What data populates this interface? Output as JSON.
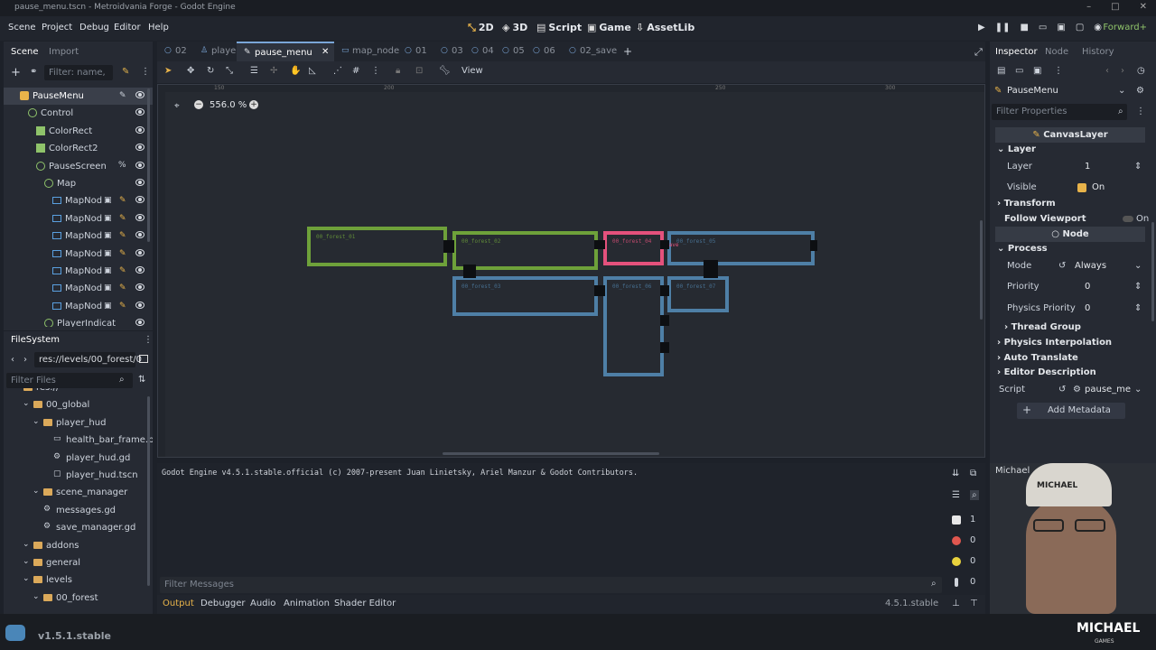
{
  "window": {
    "title": "pause_menu.tscn - Metroidvania Forge - Godot Engine"
  },
  "menu": [
    "Scene",
    "Project",
    "Debug",
    "Editor",
    "Help"
  ],
  "workspaces": [
    "2D",
    "3D",
    "Script",
    "Game",
    "AssetLib"
  ],
  "renderer": "Forward+",
  "scene_dock": {
    "tabs": [
      "Scene",
      "Import"
    ],
    "filter_placeholder": "Filter: name,",
    "nodes": [
      {
        "label": "PauseMenu",
        "indent": 0,
        "icon": "canvas-layer-icon"
      },
      {
        "label": "Control",
        "indent": 1,
        "icon": "control-icon"
      },
      {
        "label": "ColorRect",
        "indent": 2,
        "icon": "color-rect-icon"
      },
      {
        "label": "ColorRect2",
        "indent": 2,
        "icon": "color-rect-icon"
      },
      {
        "label": "PauseScreen",
        "indent": 2,
        "icon": "control-icon"
      },
      {
        "label": "Map",
        "indent": 3,
        "icon": "control-icon"
      },
      {
        "label": "MapNod",
        "indent": 4,
        "icon": "map-node-icon"
      },
      {
        "label": "MapNod",
        "indent": 4,
        "icon": "map-node-icon"
      },
      {
        "label": "MapNod",
        "indent": 4,
        "icon": "map-node-icon"
      },
      {
        "label": "MapNod",
        "indent": 4,
        "icon": "map-node-icon"
      },
      {
        "label": "MapNod",
        "indent": 4,
        "icon": "map-node-icon"
      },
      {
        "label": "MapNod",
        "indent": 4,
        "icon": "map-node-icon"
      },
      {
        "label": "MapNod",
        "indent": 4,
        "icon": "map-node-icon"
      },
      {
        "label": "PlayerIndicat",
        "indent": 3,
        "icon": "control-icon"
      }
    ]
  },
  "filesystem": {
    "title": "FileSystem",
    "path": "res://levels/00_forest/0",
    "filter_placeholder": "Filter Files",
    "items": [
      {
        "label": "res://",
        "indent": 0,
        "type": "folder"
      },
      {
        "label": "00_global",
        "indent": 1,
        "type": "folder"
      },
      {
        "label": "player_hud",
        "indent": 2,
        "type": "folder"
      },
      {
        "label": "health_bar_frame.png",
        "indent": 3,
        "type": "image"
      },
      {
        "label": "player_hud.gd",
        "indent": 3,
        "type": "script"
      },
      {
        "label": "player_hud.tscn",
        "indent": 3,
        "type": "scene"
      },
      {
        "label": "scene_manager",
        "indent": 2,
        "type": "folder"
      },
      {
        "label": "messages.gd",
        "indent": 2,
        "type": "script"
      },
      {
        "label": "save_manager.gd",
        "indent": 2,
        "type": "script"
      },
      {
        "label": "addons",
        "indent": 1,
        "type": "folder"
      },
      {
        "label": "general",
        "indent": 1,
        "type": "folder"
      },
      {
        "label": "levels",
        "indent": 1,
        "type": "folder"
      },
      {
        "label": "00_forest",
        "indent": 2,
        "type": "folder"
      }
    ]
  },
  "scene_tabs": [
    "02",
    "player",
    "pause_menu",
    "map_node",
    "01",
    "03",
    "04",
    "05",
    "06",
    "02_save"
  ],
  "toolbar": {
    "view_label": "View",
    "zoom": "556.0 %"
  },
  "rulers": [
    "150",
    "200",
    "250",
    "300"
  ],
  "rooms": [
    {
      "label": "00_forest_01",
      "color": "green"
    },
    {
      "label": "00_forest_02",
      "color": "green"
    },
    {
      "label": "00_forest_04",
      "color": "pink"
    },
    {
      "label": "00_forest_05",
      "color": "blue"
    },
    {
      "label": "00_forest_03",
      "color": "blue"
    },
    {
      "label": "00_forest_06",
      "color": "blue"
    },
    {
      "label": "00_forest_07",
      "color": "blue"
    }
  ],
  "save_label": "save",
  "output": {
    "log": "Godot Engine v4.5.1.stable.official (c) 2007-present Juan Linietsky, Ariel Manzur & Godot Contributors.",
    "filter_placeholder": "Filter Messages",
    "counts": [
      "1",
      "0",
      "0",
      "0"
    ],
    "tabs": [
      "Output",
      "Debugger",
      "Audio",
      "Animation",
      "Shader Editor"
    ],
    "version": "4.5.1.stable"
  },
  "inspector": {
    "tabs": [
      "Inspector",
      "Node",
      "History"
    ],
    "node": "PauseMenu",
    "filter_placeholder": "Filter Properties",
    "class": "CanvasLayer",
    "layer_section": "Layer",
    "layer_label": "Layer",
    "layer_value": "1",
    "visible_label": "Visible",
    "visible_value": "On",
    "transform": "Transform",
    "follow_viewport": "Follow Viewport",
    "follow_value": "On",
    "node_class": "Node",
    "process": "Process",
    "mode_label": "Mode",
    "mode_value": "Always",
    "priority_label": "Priority",
    "priority_value": "0",
    "physics_priority_label": "Physics Priority",
    "physics_priority_value": "0",
    "thread_group": "Thread Group",
    "physics_interp": "Physics Interpolation",
    "auto_translate": "Auto Translate",
    "editor_desc": "Editor Description",
    "script_label": "Script",
    "script_value": "pause_me",
    "add_metadata": "Add Metadata"
  },
  "webcam": {
    "name": "Michael",
    "cap_text": "MICHAEL",
    "logo_text": "MICHAEL",
    "logo_sub": "GAMES"
  },
  "bottom": {
    "version": "v1.5.1.stable"
  }
}
